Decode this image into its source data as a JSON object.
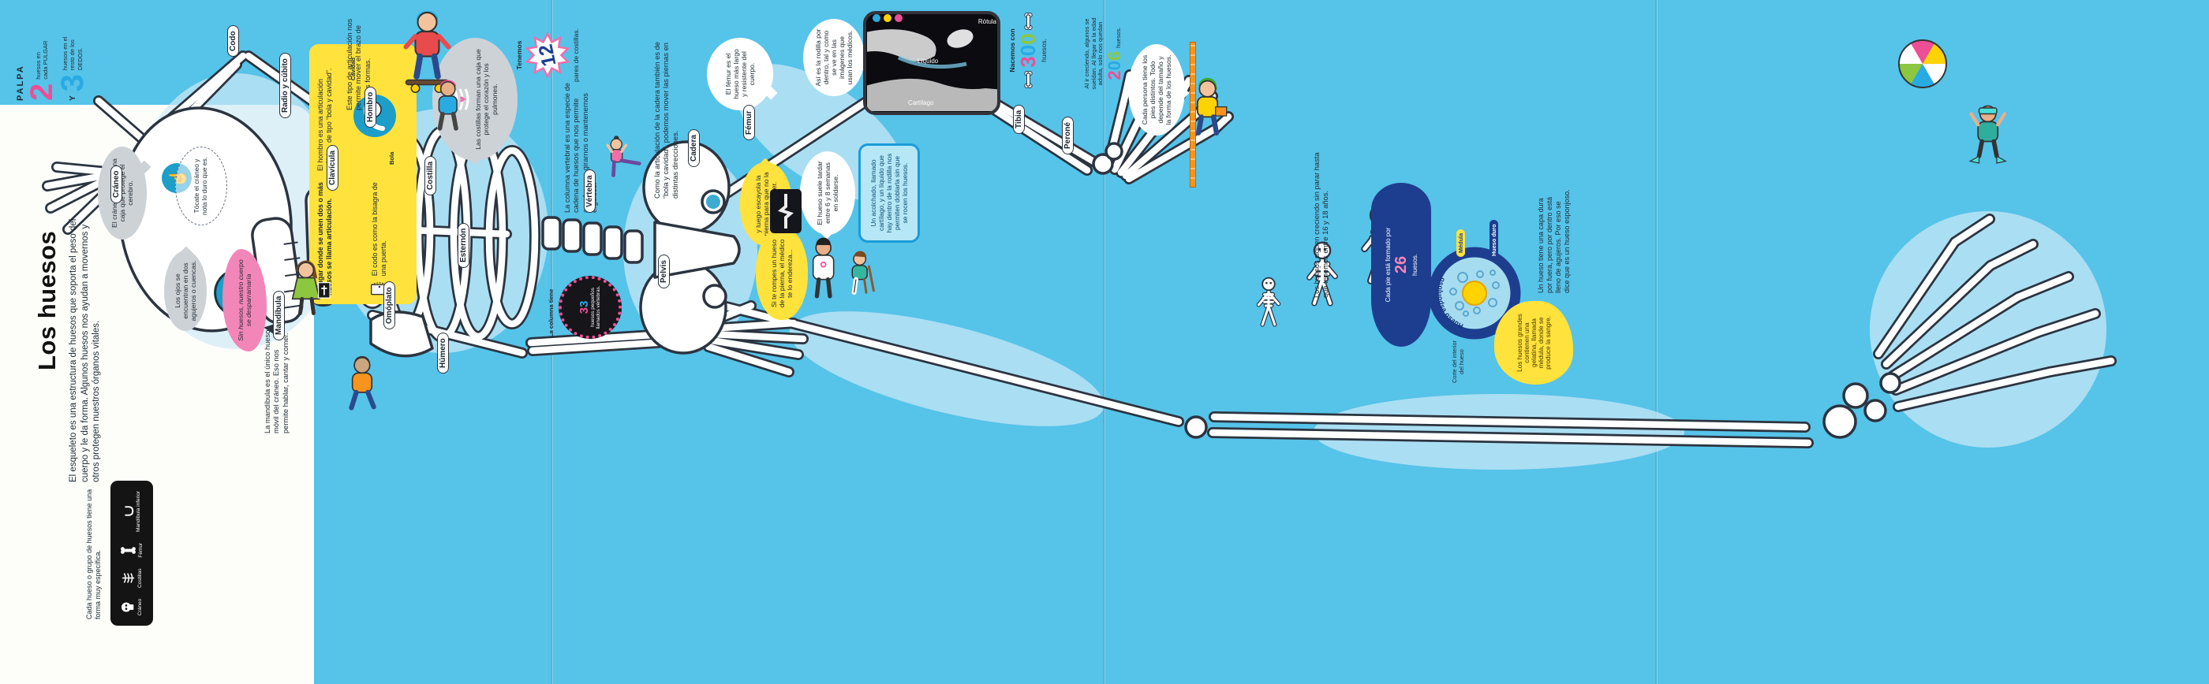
{
  "palpa": {
    "label": "PALPA",
    "num_thumb": "2",
    "conjunction": "Y",
    "num_fingers": "3",
    "thumb_text": "huesos en cada PULGAR",
    "fingers_text": "huesos en el resto de los DEDOS."
  },
  "header": {
    "title": "Los huesos",
    "intro": "El esqueleto es una estructura de huesos que soporta el peso del cuerpo y le da forma. Algunos huesos nos ayudan a movernos y otros protegen nuestros órganos vitales."
  },
  "shape_chart": {
    "caption": "Cada hueso o grupo de huesos tiene una forma muy específica.",
    "items": [
      {
        "label": "Cráneo"
      },
      {
        "label": "Costillas"
      },
      {
        "label": "Fémur"
      },
      {
        "label": "Mandíbula inferior"
      }
    ]
  },
  "skull_section": {
    "craneo_bubble": "El cráneo es como una caja que protege el cerebro.",
    "touch_note": "Tócate el cráneo y nota lo duro que es.",
    "eyes_bubble": "Los ojos se encuentran en dos agujeros o cuencas.",
    "jaw_note": "La mandíbula es el único hueso móvil del cráneo. Eso nos permite hablar, cantar y comer.",
    "no_bones_note": "Sin huesos, nuestro cuerpo se desparramaría"
  },
  "joints_box": {
    "union_text": "El lugar donde se unen dos o más huesos se llama articulación.",
    "elbow_text": "El codo es como la bisagra de una puerta.",
    "shoulder_text": "El hombro es una articulación esférica, de tipo “bola y cavidad”.",
    "socket_label": "Cavidad",
    "ball_label": "Bola",
    "outside_note": "Este tipo de articulación nos permite mover el brazo de muchas formas."
  },
  "ribs_section": {
    "bubble": "Las costillas forman una caja que protege el corazón y los pulmones.",
    "count_prefix": "Tenemos",
    "count_number": "12",
    "count_suffix": "pares de costillas."
  },
  "spine_section": {
    "note": "La columna vertebral es una especie de cadena de huesos que nos permite agacharnos, girarnos o mantenernos erguidos.",
    "count_prefix": "La columna tiene",
    "count_number": "33",
    "count_suffix": "huesos pequeños llamados vértebras."
  },
  "hip_section": {
    "note": "Como la articulación de la cadera también es de “bola y cavidad”, podemos mover las piernas en distintas direcciones."
  },
  "femur_section": {
    "bubble": "El fémur es el hueso más largo y resistente del cuerpo."
  },
  "fracture_section": {
    "straighten": "Si te rompes un hueso de la pierna, el médico te lo endereza...",
    "cast": "y luego escayola la pierna para que no la puedas mover.",
    "heal": "El hueso suele tardar entre 6 y 8 semanas en soldarse."
  },
  "knee_section": {
    "bubble": "Así es la rodilla por dentro, tal y como se ve en las imágenes que usan los médicos.",
    "xray_labels": {
      "patella": "Rótula",
      "fluid": "Líquido",
      "cartilage": "Cartílago"
    },
    "cushion_note": "Un acolchado, llamado cartílago, y un líquido que hay dentro de la rodilla nos permiten doblarla sin que se rocen los huesos."
  },
  "growth_section": {
    "born_prefix": "Nacemos con",
    "born_number": "300",
    "born_suffix": "huesos.",
    "adult_text": "Al ir creciendo, algunos se sueldan. Al llegar a la edad adulta, solo nos quedan",
    "adult_number": "206",
    "adult_suffix": "huesos.",
    "growing_note": "Los huesos siguen creciendo sin parar hasta que tenemos entre 16 y 18 años.",
    "feet_bubble": "Cada persona tiene los pies distintos. Todo depende del tamaño y la forma de los huesos."
  },
  "foot_section": {
    "prefix": "Cada pie está formado por",
    "number": "26",
    "suffix": "huesos."
  },
  "marrow_section": {
    "spongy_note": "Un hueso tiene una capa dura por fuera, pero por dentro está lleno de agujeros. Por eso se dice que es un hueso esponjoso.",
    "labels": {
      "spongy": "Hueso esponjoso",
      "hard": "Hueso duro",
      "marrow": "Médula"
    },
    "caption": "Corte del interior del hueso",
    "marrow_note": "Los huesos grandes contienen una gelatina, llamada médula, donde se produce la sangre."
  },
  "bone_labels": {
    "craneo": "Cráneo",
    "mandibula": "Mandíbula",
    "clavicula": "Clavícula",
    "hombro": "Hombro",
    "costilla": "Costilla",
    "esternon": "Esternón",
    "omoplato": "Omóplato",
    "humero": "Húmero",
    "vertebra": "Vértebra",
    "pelvis": "Pelvis",
    "cadera": "Cadera",
    "femur": "Fémur",
    "tibia": "Tibia",
    "perone": "Peroné",
    "radio_cubito": "Radio y cúbito",
    "codo": "Codo"
  },
  "icons": {
    "touch": "☝",
    "heart": "♥"
  },
  "colors": {
    "background": "#56c3e9",
    "panel": "#fdfdfa",
    "yellow": "#ffe23c",
    "pink": "#ed4e96",
    "pink_soft": "#f386b8",
    "cyan": "#29abe2",
    "teal": "#1c9ec9",
    "navy": "#1d3e8f",
    "gray_bubble": "#cdd2d6",
    "ink": "#1d2a33",
    "digit_palette": [
      "#ed4e96",
      "#29abe2",
      "#8dc63f",
      "#f7941d",
      "#00b7c3"
    ]
  }
}
